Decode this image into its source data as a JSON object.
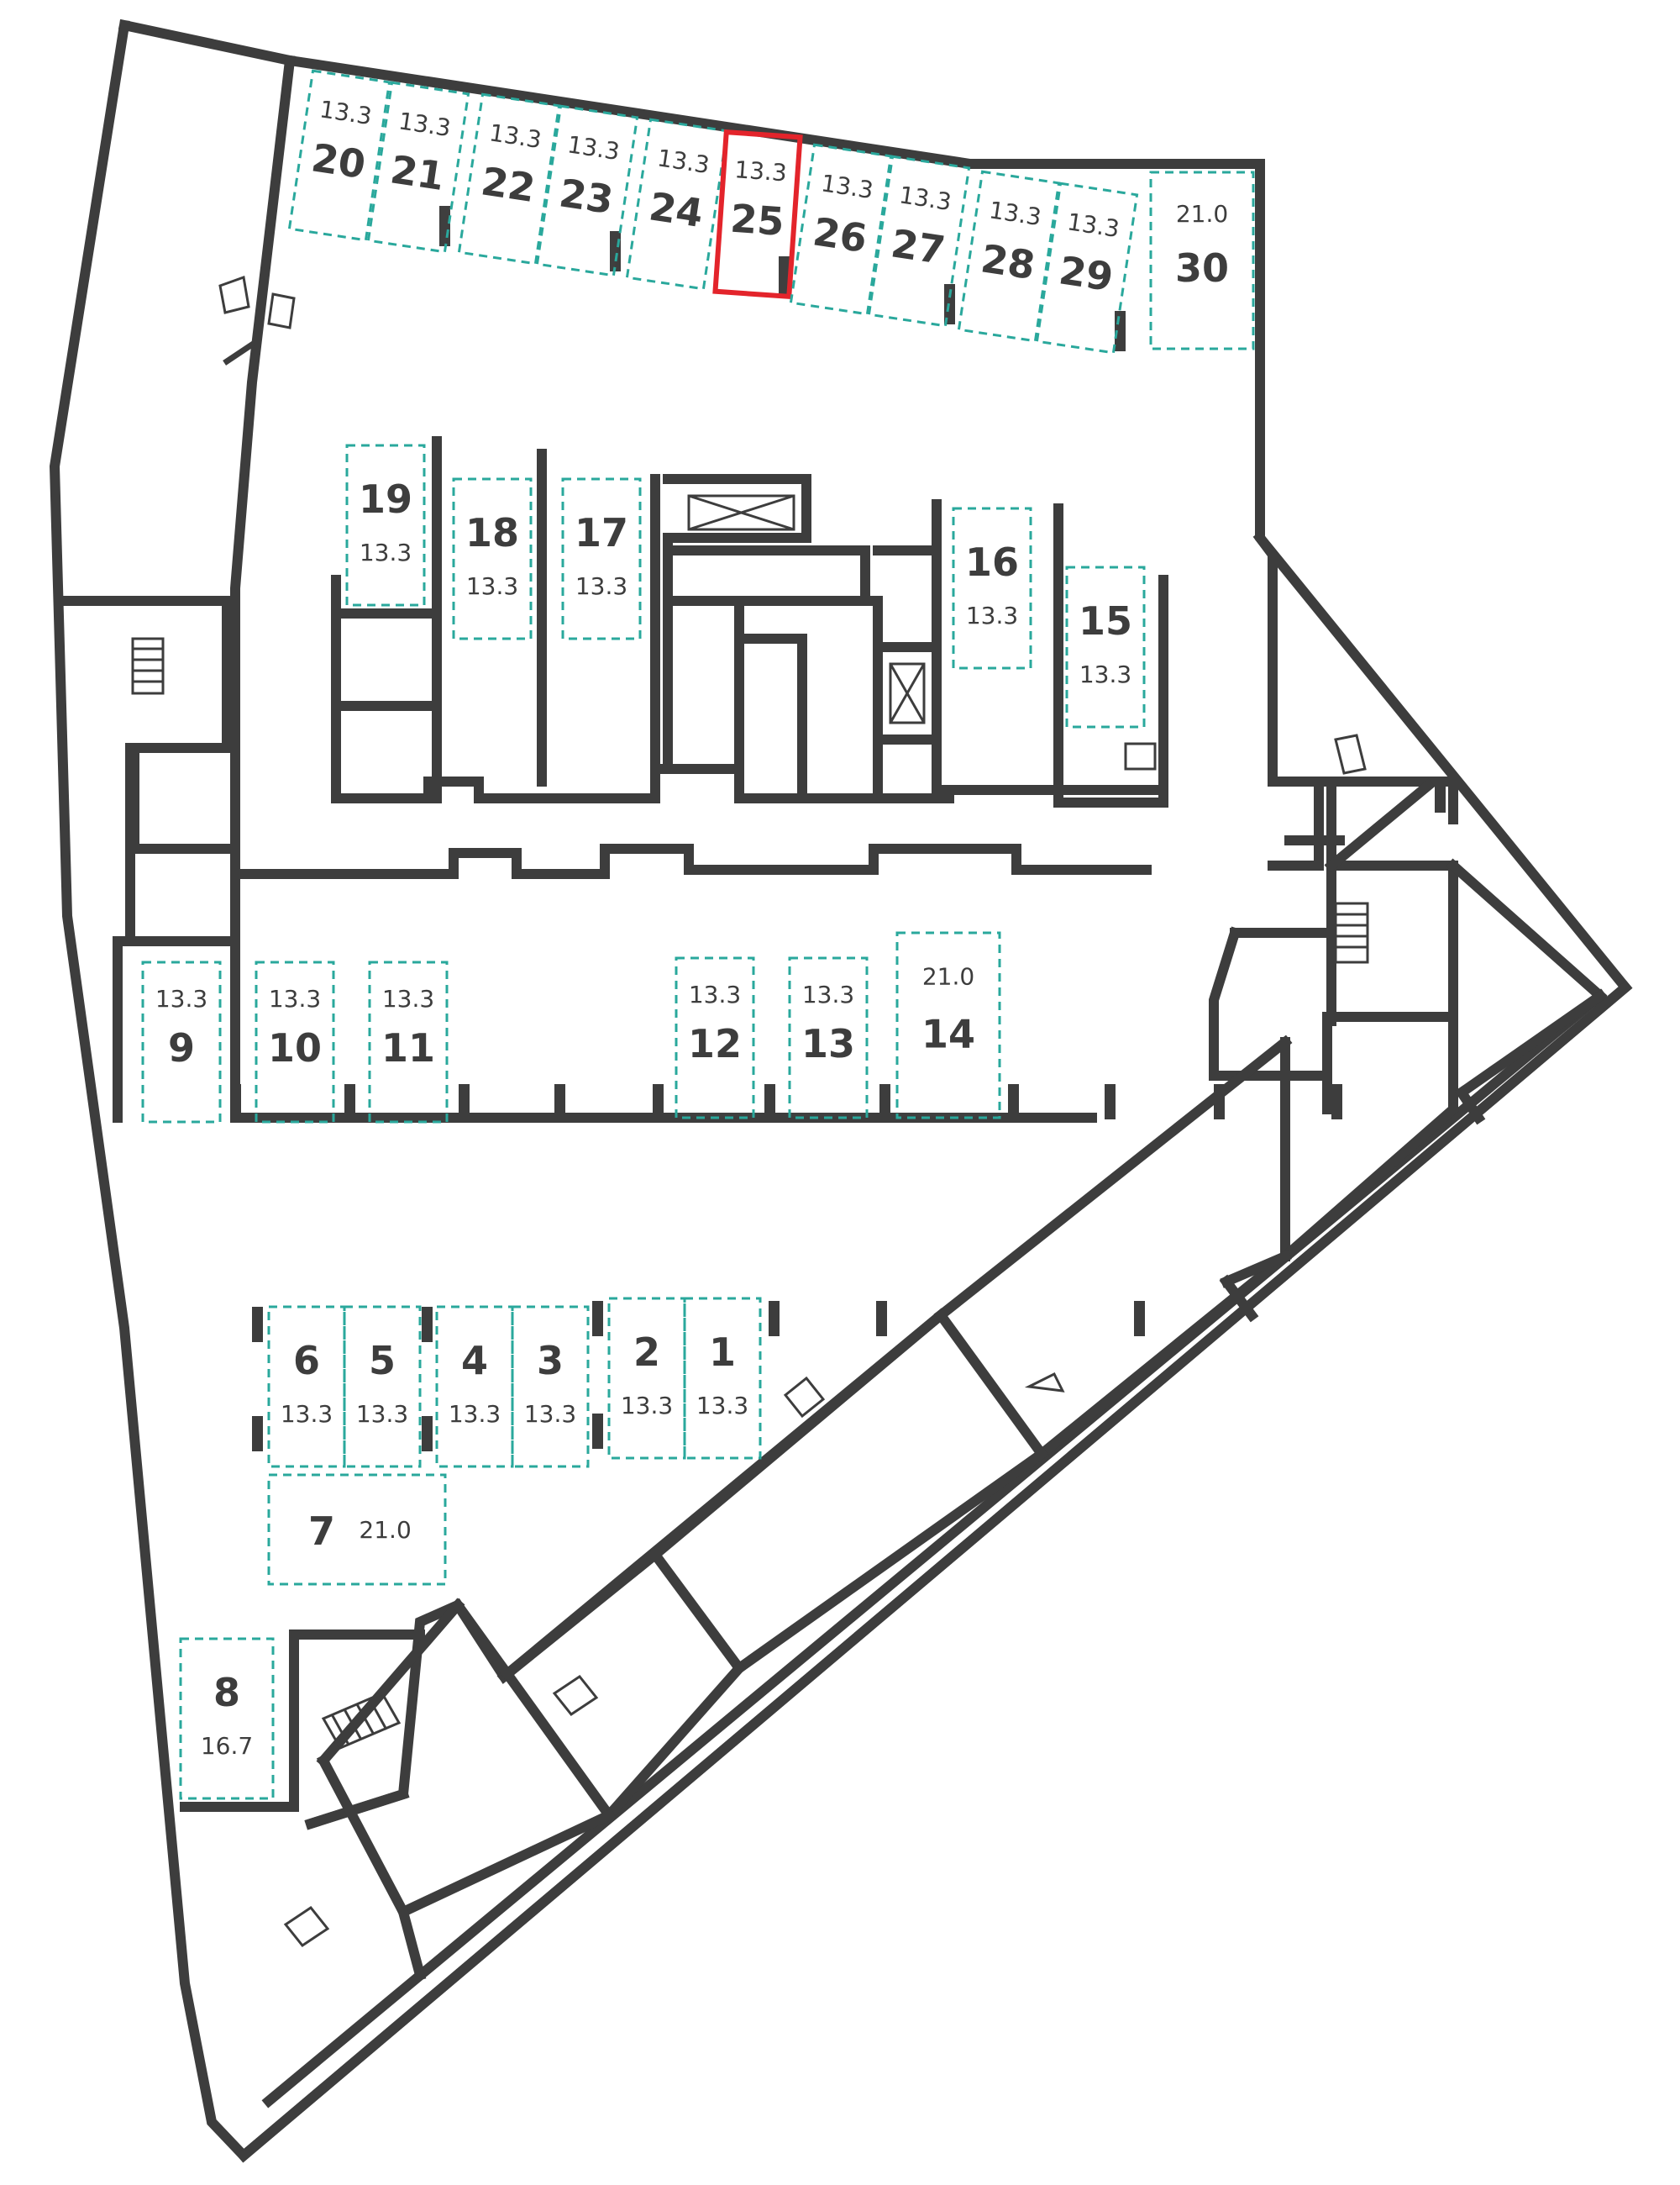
{
  "plan": {
    "selected_spot": "25",
    "spots": [
      {
        "number": "1",
        "area": "13.3"
      },
      {
        "number": "2",
        "area": "13.3"
      },
      {
        "number": "3",
        "area": "13.3"
      },
      {
        "number": "4",
        "area": "13.3"
      },
      {
        "number": "5",
        "area": "13.3"
      },
      {
        "number": "6",
        "area": "13.3"
      },
      {
        "number": "7",
        "area": "21.0"
      },
      {
        "number": "8",
        "area": "16.7"
      },
      {
        "number": "9",
        "area": "13.3"
      },
      {
        "number": "10",
        "area": "13.3"
      },
      {
        "number": "11",
        "area": "13.3"
      },
      {
        "number": "12",
        "area": "13.3"
      },
      {
        "number": "13",
        "area": "13.3"
      },
      {
        "number": "14",
        "area": "21.0"
      },
      {
        "number": "15",
        "area": "13.3"
      },
      {
        "number": "16",
        "area": "13.3"
      },
      {
        "number": "17",
        "area": "13.3"
      },
      {
        "number": "18",
        "area": "13.3"
      },
      {
        "number": "19",
        "area": "13.3"
      },
      {
        "number": "20",
        "area": "13.3"
      },
      {
        "number": "21",
        "area": "13.3"
      },
      {
        "number": "22",
        "area": "13.3"
      },
      {
        "number": "23",
        "area": "13.3"
      },
      {
        "number": "24",
        "area": "13.3"
      },
      {
        "number": "25",
        "area": "13.3"
      },
      {
        "number": "26",
        "area": "13.3"
      },
      {
        "number": "27",
        "area": "13.3"
      },
      {
        "number": "28",
        "area": "13.3"
      },
      {
        "number": "29",
        "area": "13.3"
      },
      {
        "number": "30",
        "area": "21.0"
      }
    ]
  },
  "colors": {
    "walls": "#3d3d3d",
    "spot_outline": "#2aa89c",
    "selected_outline": "#e3242b",
    "background": "#ffffff"
  },
  "icons": [
    "stairs-icon",
    "elevator-icon",
    "door-icon"
  ]
}
